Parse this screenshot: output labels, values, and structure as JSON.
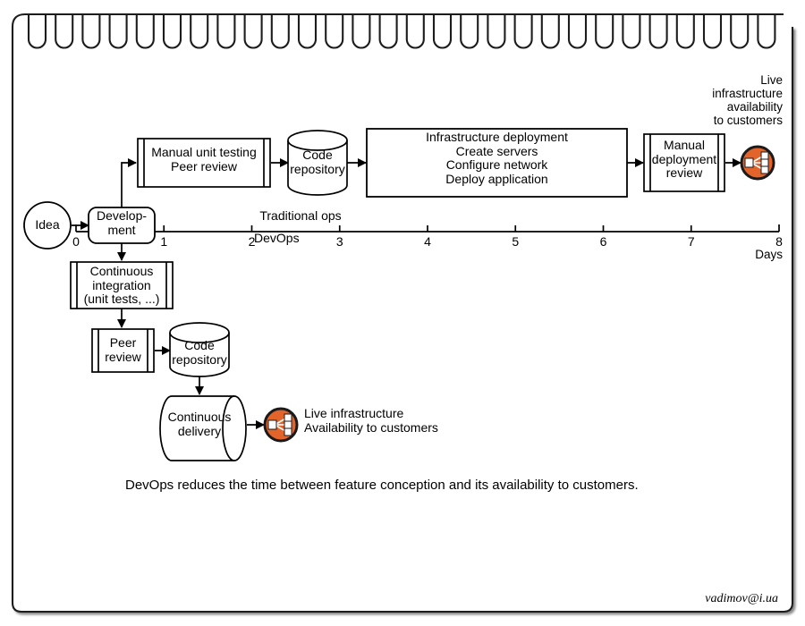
{
  "page": {
    "kind": "spiral-notebook-page",
    "caption": "DevOps reduces the time between feature conception and its availability to customers.",
    "signature": "vadimov@i.ua",
    "colors": {
      "ink": "#000000",
      "paper": "#ffffff",
      "cloud_orange": "#e2642a",
      "cloud_outline": "#1a1a1a",
      "glyph_white": "#ffffff"
    }
  },
  "timeline": {
    "axis_label": "Days",
    "ticks": [
      "0",
      "1",
      "2",
      "3",
      "4",
      "5",
      "6",
      "7",
      "8"
    ],
    "lane_labels": {
      "top": "Traditional ops",
      "bottom": "DevOps"
    }
  },
  "start_node": {
    "label": "Idea"
  },
  "dev_node": {
    "line1": "Develop-",
    "line2": "ment"
  },
  "traditional_flow": {
    "steps": [
      {
        "name": "manual-unit-testing",
        "shape": "predefined-process",
        "lines": [
          "Manual unit testing",
          "Peer review"
        ]
      },
      {
        "name": "code-repository",
        "shape": "cylinder-vertical",
        "lines": [
          "Code",
          "repository"
        ]
      },
      {
        "name": "infrastructure-deployment",
        "shape": "rectangle",
        "lines": [
          "Infrastructure deployment",
          "Create servers",
          "Configure network",
          "Deploy application"
        ]
      },
      {
        "name": "manual-deployment-review",
        "shape": "predefined-process",
        "lines": [
          "Manual",
          "deployment",
          "review"
        ]
      }
    ],
    "outcome": {
      "icon": "network-share-icon",
      "lines": [
        "Live",
        "infrastructure",
        "availability",
        "to customers"
      ]
    }
  },
  "devops_flow": {
    "steps": [
      {
        "name": "continuous-integration",
        "shape": "predefined-process",
        "lines": [
          "Continuous",
          "integration",
          "(unit tests, ...)"
        ]
      },
      {
        "name": "peer-review",
        "shape": "predefined-process",
        "lines": [
          "Peer",
          "review"
        ]
      },
      {
        "name": "code-repository",
        "shape": "cylinder-vertical",
        "lines": [
          "Code",
          "repository"
        ]
      },
      {
        "name": "continuous-delivery",
        "shape": "cylinder-horizontal",
        "lines": [
          "Continuous",
          "delivery"
        ]
      }
    ],
    "outcome": {
      "icon": "network-share-icon",
      "lines": [
        "Live infrastructure",
        "Availability to customers"
      ]
    }
  }
}
